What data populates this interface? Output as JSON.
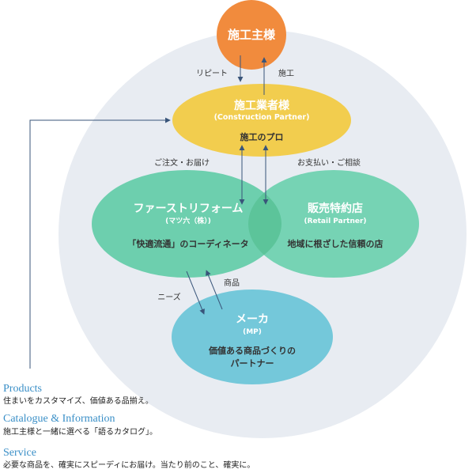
{
  "nodes": {
    "client": {
      "title": "施工主様"
    },
    "contractor": {
      "title": "施工業者様",
      "subtitle": "(Construction Partner)",
      "desc": "施工のプロ"
    },
    "first_reform": {
      "title": "ファーストリフォーム",
      "subtitle": "(マツ六（株）)",
      "desc": "「快適流通」のコーディネータ"
    },
    "dealer": {
      "title": "販売特約店",
      "subtitle": "(Retail Partner)",
      "desc": "地域に根ざした信頼の店"
    },
    "maker": {
      "title": "メーカ",
      "subtitle": "(MP)",
      "desc_line1": "価値ある商品づくりの",
      "desc_line2": "パートナー"
    }
  },
  "flows": {
    "repeat": "リピート",
    "construction": "施工",
    "order": "ご注文・お届け",
    "payment": "お支払い・ご相談",
    "needs": "ニーズ",
    "products": "商品"
  },
  "links": [
    {
      "title": "Products",
      "desc": "住まいをカスタマイズ、価値ある品揃え。"
    },
    {
      "title": "Catalogue & Information",
      "desc": "施工主様と一緒に選べる「語るカタログ」。"
    },
    {
      "title": "Service",
      "desc": "必要な商品を、確実にスピーディにお届け。当たり前のこと、確実に。"
    }
  ],
  "colors": {
    "big_circle": "#e8ecf2",
    "client": "#f18b3d",
    "contractor": "#f2cd4e",
    "first_reform": "#6dcfae",
    "dealer": "#76d3b4",
    "overlap": "#5cc49a",
    "maker": "#74c8da",
    "arrow": "#39557a",
    "link_text": "#3a8fc7"
  }
}
